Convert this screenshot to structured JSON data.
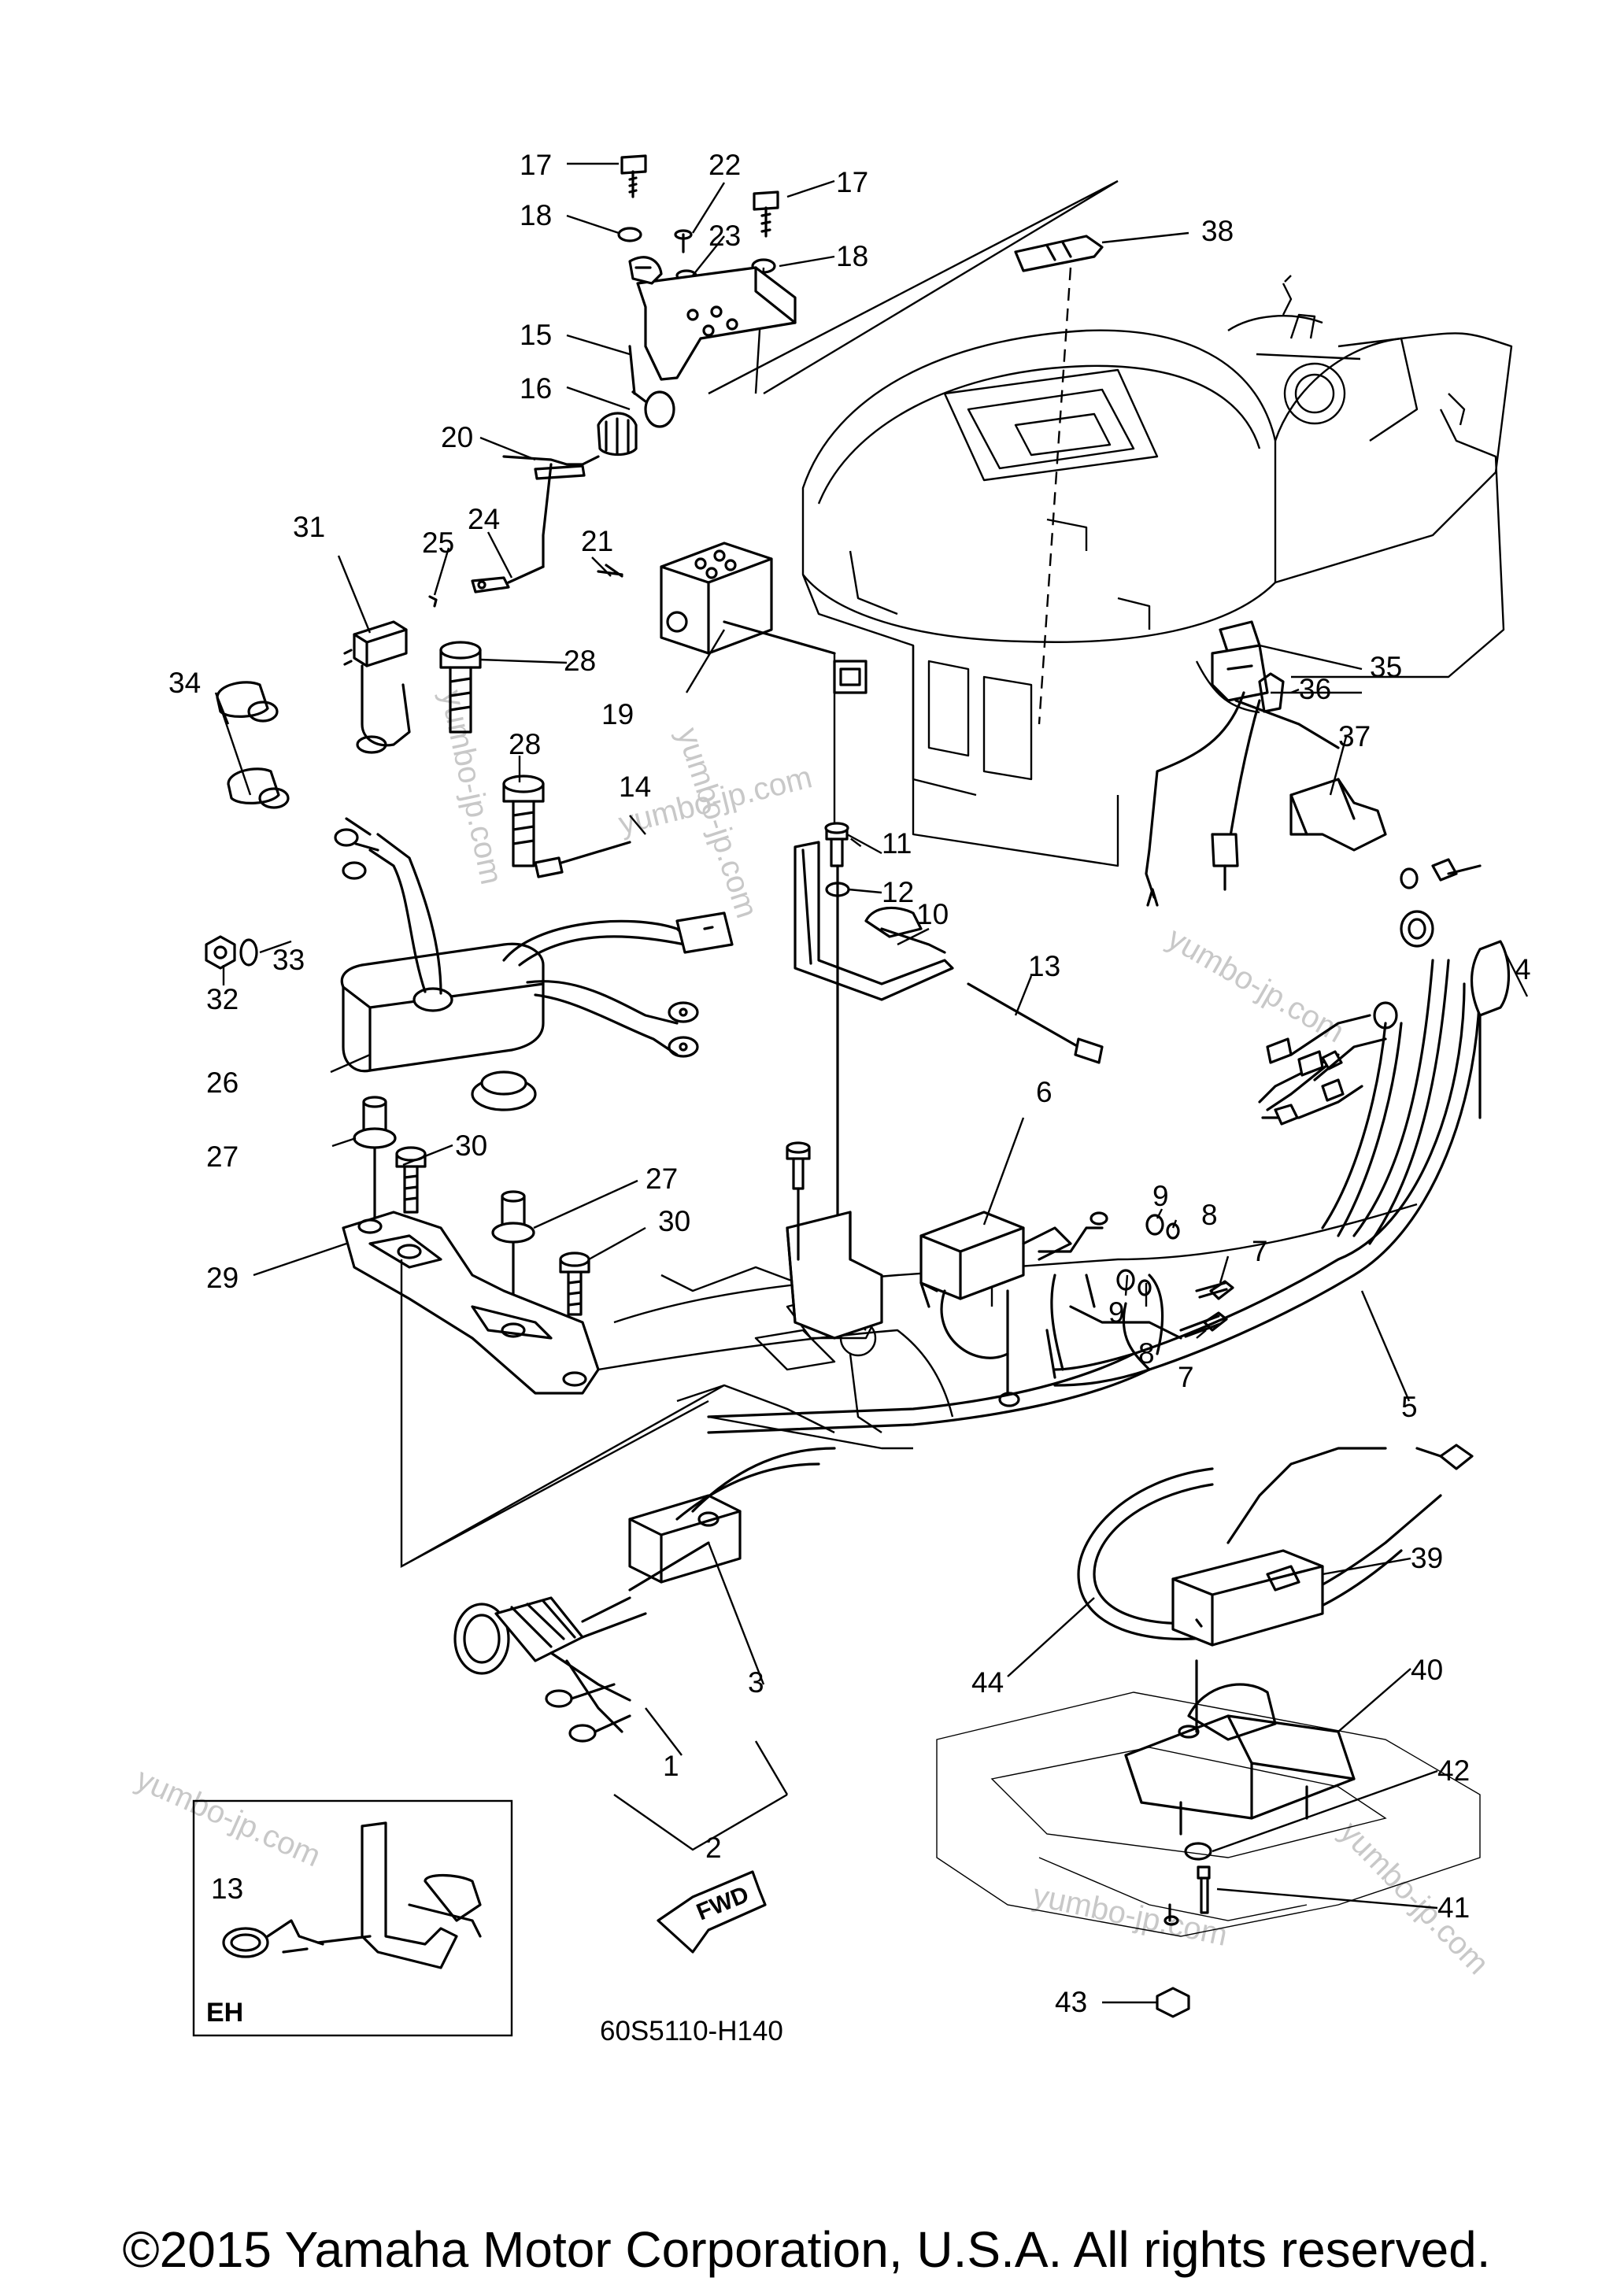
{
  "diagram": {
    "code": "60S5110-H140",
    "inset_label": "EH",
    "fwd_label": "FWD",
    "watermark": "yumbo-jp.com",
    "copyright": "©2015 Yamaha Motor Corporation, U.S.A. All rights reserved.",
    "callouts": {
      "c1": "1",
      "c2": "2",
      "c3": "3",
      "c4": "4",
      "c5": "5",
      "c6": "6",
      "c7a": "7",
      "c7b": "7",
      "c8a": "8",
      "c8b": "8",
      "c9a": "9",
      "c9b": "9",
      "c10": "10",
      "c11": "11",
      "c12": "12",
      "c13": "13",
      "c13i": "13",
      "c14": "14",
      "c15": "15",
      "c16": "16",
      "c17a": "17",
      "c17b": "17",
      "c18a": "18",
      "c18b": "18",
      "c19": "19",
      "c20": "20",
      "c21": "21",
      "c22": "22",
      "c23": "23",
      "c24": "24",
      "c25": "25",
      "c26": "26",
      "c27a": "27",
      "c27b": "27",
      "c28a": "28",
      "c28b": "28",
      "c29": "29",
      "c30a": "30",
      "c30b": "30",
      "c31": "31",
      "c32": "32",
      "c33": "33",
      "c34": "34",
      "c35": "35",
      "c36": "36",
      "c37": "37",
      "c38": "38",
      "c39": "39",
      "c40": "40",
      "c41": "41",
      "c42": "42",
      "c43": "43",
      "c44": "44"
    }
  }
}
